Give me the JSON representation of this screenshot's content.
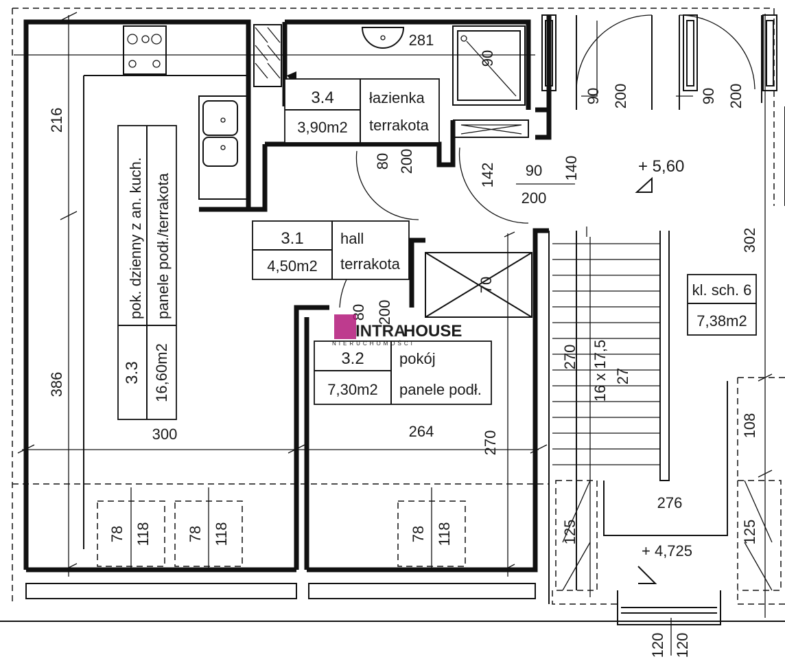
{
  "rooms": [
    {
      "id": "3.1",
      "name": "hall",
      "finish": "terrakota",
      "area": "4,50m2"
    },
    {
      "id": "3.2",
      "name": "pokój",
      "finish": "panele podł.",
      "area": "7,30m2"
    },
    {
      "id": "3.3",
      "name": "pok. dzienny z an. kuch.",
      "finish": "panele podł./terrakota",
      "area": "16,60m2"
    },
    {
      "id": "3.4",
      "name": "łazienka",
      "finish": "terrakota",
      "area": "3,90m2"
    },
    {
      "id": "kl",
      "name": "kl. sch. 6",
      "area": "7,38m2"
    }
  ],
  "dimensions": {
    "d281": "281",
    "d216": "216",
    "d386": "386",
    "d300": "300",
    "d264": "264",
    "d270a": "270",
    "d270b": "270",
    "d302": "302",
    "d108": "108",
    "d276": "276",
    "d142": "142",
    "d140": "140",
    "d125a": "125",
    "d125b": "125",
    "d90": "90",
    "d200": "200",
    "d80": "80",
    "d70": "70",
    "d16x": "16 x 17,5",
    "d27": "27",
    "d120": "120",
    "d78": "78",
    "d118": "118"
  },
  "levels": {
    "upper": "+ 5,60",
    "lower": "+ 4,725"
  },
  "watermark": {
    "brand_a": "INTRA",
    "brand_b": "HOUSE",
    "sub": "NIERUCHOMOŚCI",
    "color_a": "#e0e0e0",
    "color_b": "#b3197a"
  }
}
